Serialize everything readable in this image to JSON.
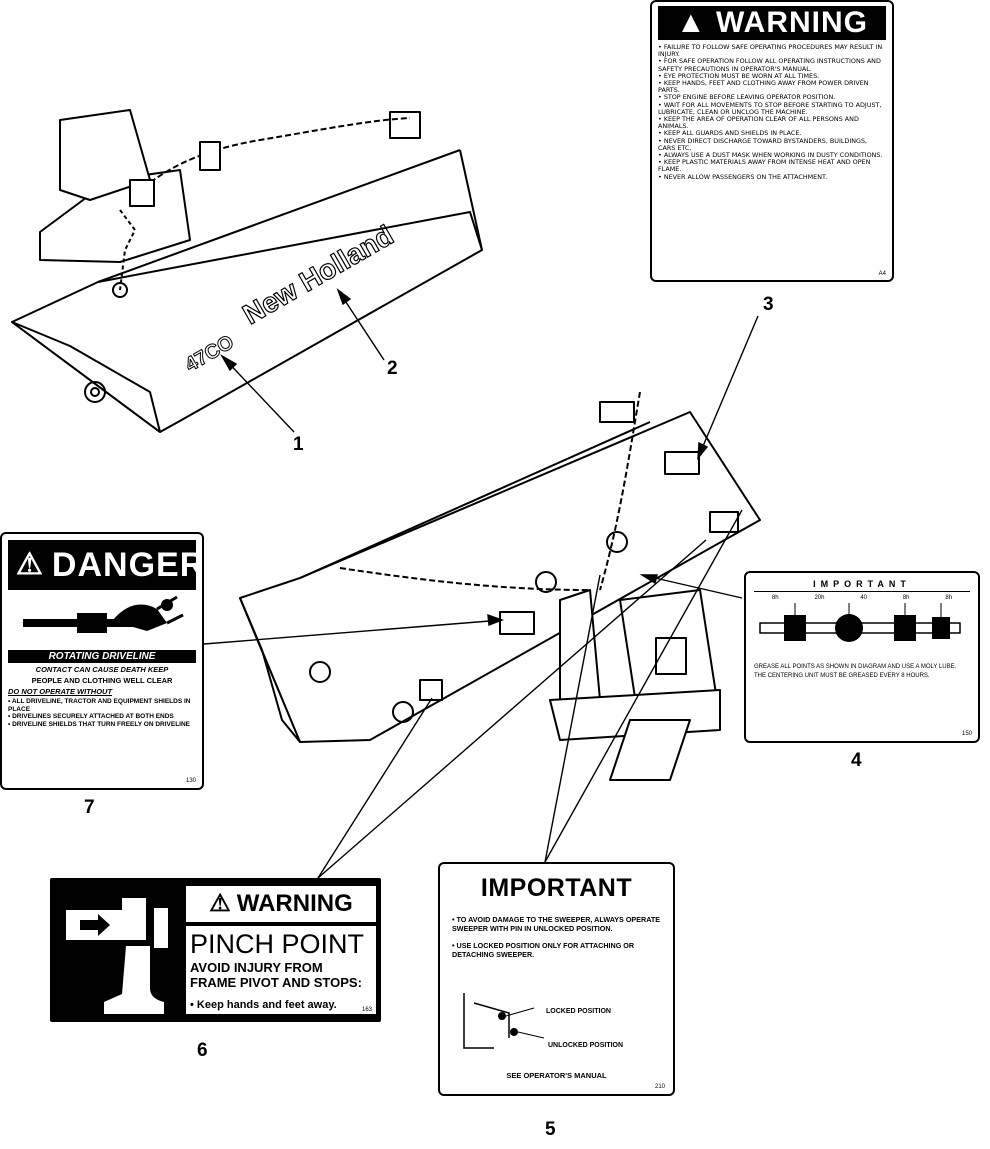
{
  "callouts": {
    "c1": "1",
    "c2": "2",
    "c3": "3",
    "c4": "4",
    "c5": "5",
    "c6": "6",
    "c7": "7"
  },
  "mower_decal": {
    "model": "47CO",
    "brand": "New Holland"
  },
  "warning_top": {
    "header": "WARNING",
    "items": [
      "Failure to follow safe operating procedures may result in injury.",
      "For safe operation follow all operating instructions and safety precautions in operator's manual.",
      "Eye protection must be worn at all times.",
      "Keep hands, feet and clothing away from power driven parts.",
      "Stop engine before leaving operator position.",
      "Wait for all movements to stop before starting to adjust, lubricate, clean or unclog the machine.",
      "Keep the area of operation clear of all persons and animals.",
      "Keep all guards and shields in place.",
      "Never direct discharge toward bystanders, buildings, cars etc.",
      "Always use a dust mask when working in dusty conditions.",
      "Keep plastic materials away from intense heat and open flame.",
      "Never allow passengers on the attachment."
    ],
    "code": "A4"
  },
  "danger": {
    "header": "DANGER",
    "subheader": "ROTATING DRIVELINE",
    "line1": "CONTACT CAN CAUSE DEATH KEEP",
    "line2": "PEOPLE AND CLOTHING WELL CLEAR",
    "line3": "DO NOT OPERATE WITHOUT",
    "items": [
      "ALL DRIVELINE, TRACTOR AND EQUIPMENT SHIELDS IN PLACE",
      "DRIVELINES SECURELY ATTACHED AT BOTH ENDS",
      "DRIVELINE SHIELDS THAT TURN FREELY ON DRIVELINE"
    ],
    "code": "130"
  },
  "important_small": {
    "header": "IMPORTANT",
    "labels": [
      "8h",
      "20h",
      "40",
      "8h",
      "8h"
    ],
    "line1": "Grease all points as shown in diagram and use a moly lube.",
    "line2": "The centering unit must be greased every 8 hours.",
    "code": "150"
  },
  "important_large": {
    "header": "IMPORTANT",
    "p1": "To avoid damage to the sweeper, always operate sweeper with pin in unlocked position.",
    "p2": "Use locked position only for attaching or detaching sweeper.",
    "locked": "LOCKED POSITION",
    "unlocked": "UNLOCKED POSITION",
    "footer": "SEE OPERATOR'S MANUAL",
    "code": "210"
  },
  "pinch": {
    "header": "WARNING",
    "title": "PINCH POINT",
    "line1": "AVOID INJURY FROM",
    "line2": "FRAME PIVOT AND STOPS:",
    "bullet": "• Keep hands and feet away.",
    "code": "163"
  }
}
